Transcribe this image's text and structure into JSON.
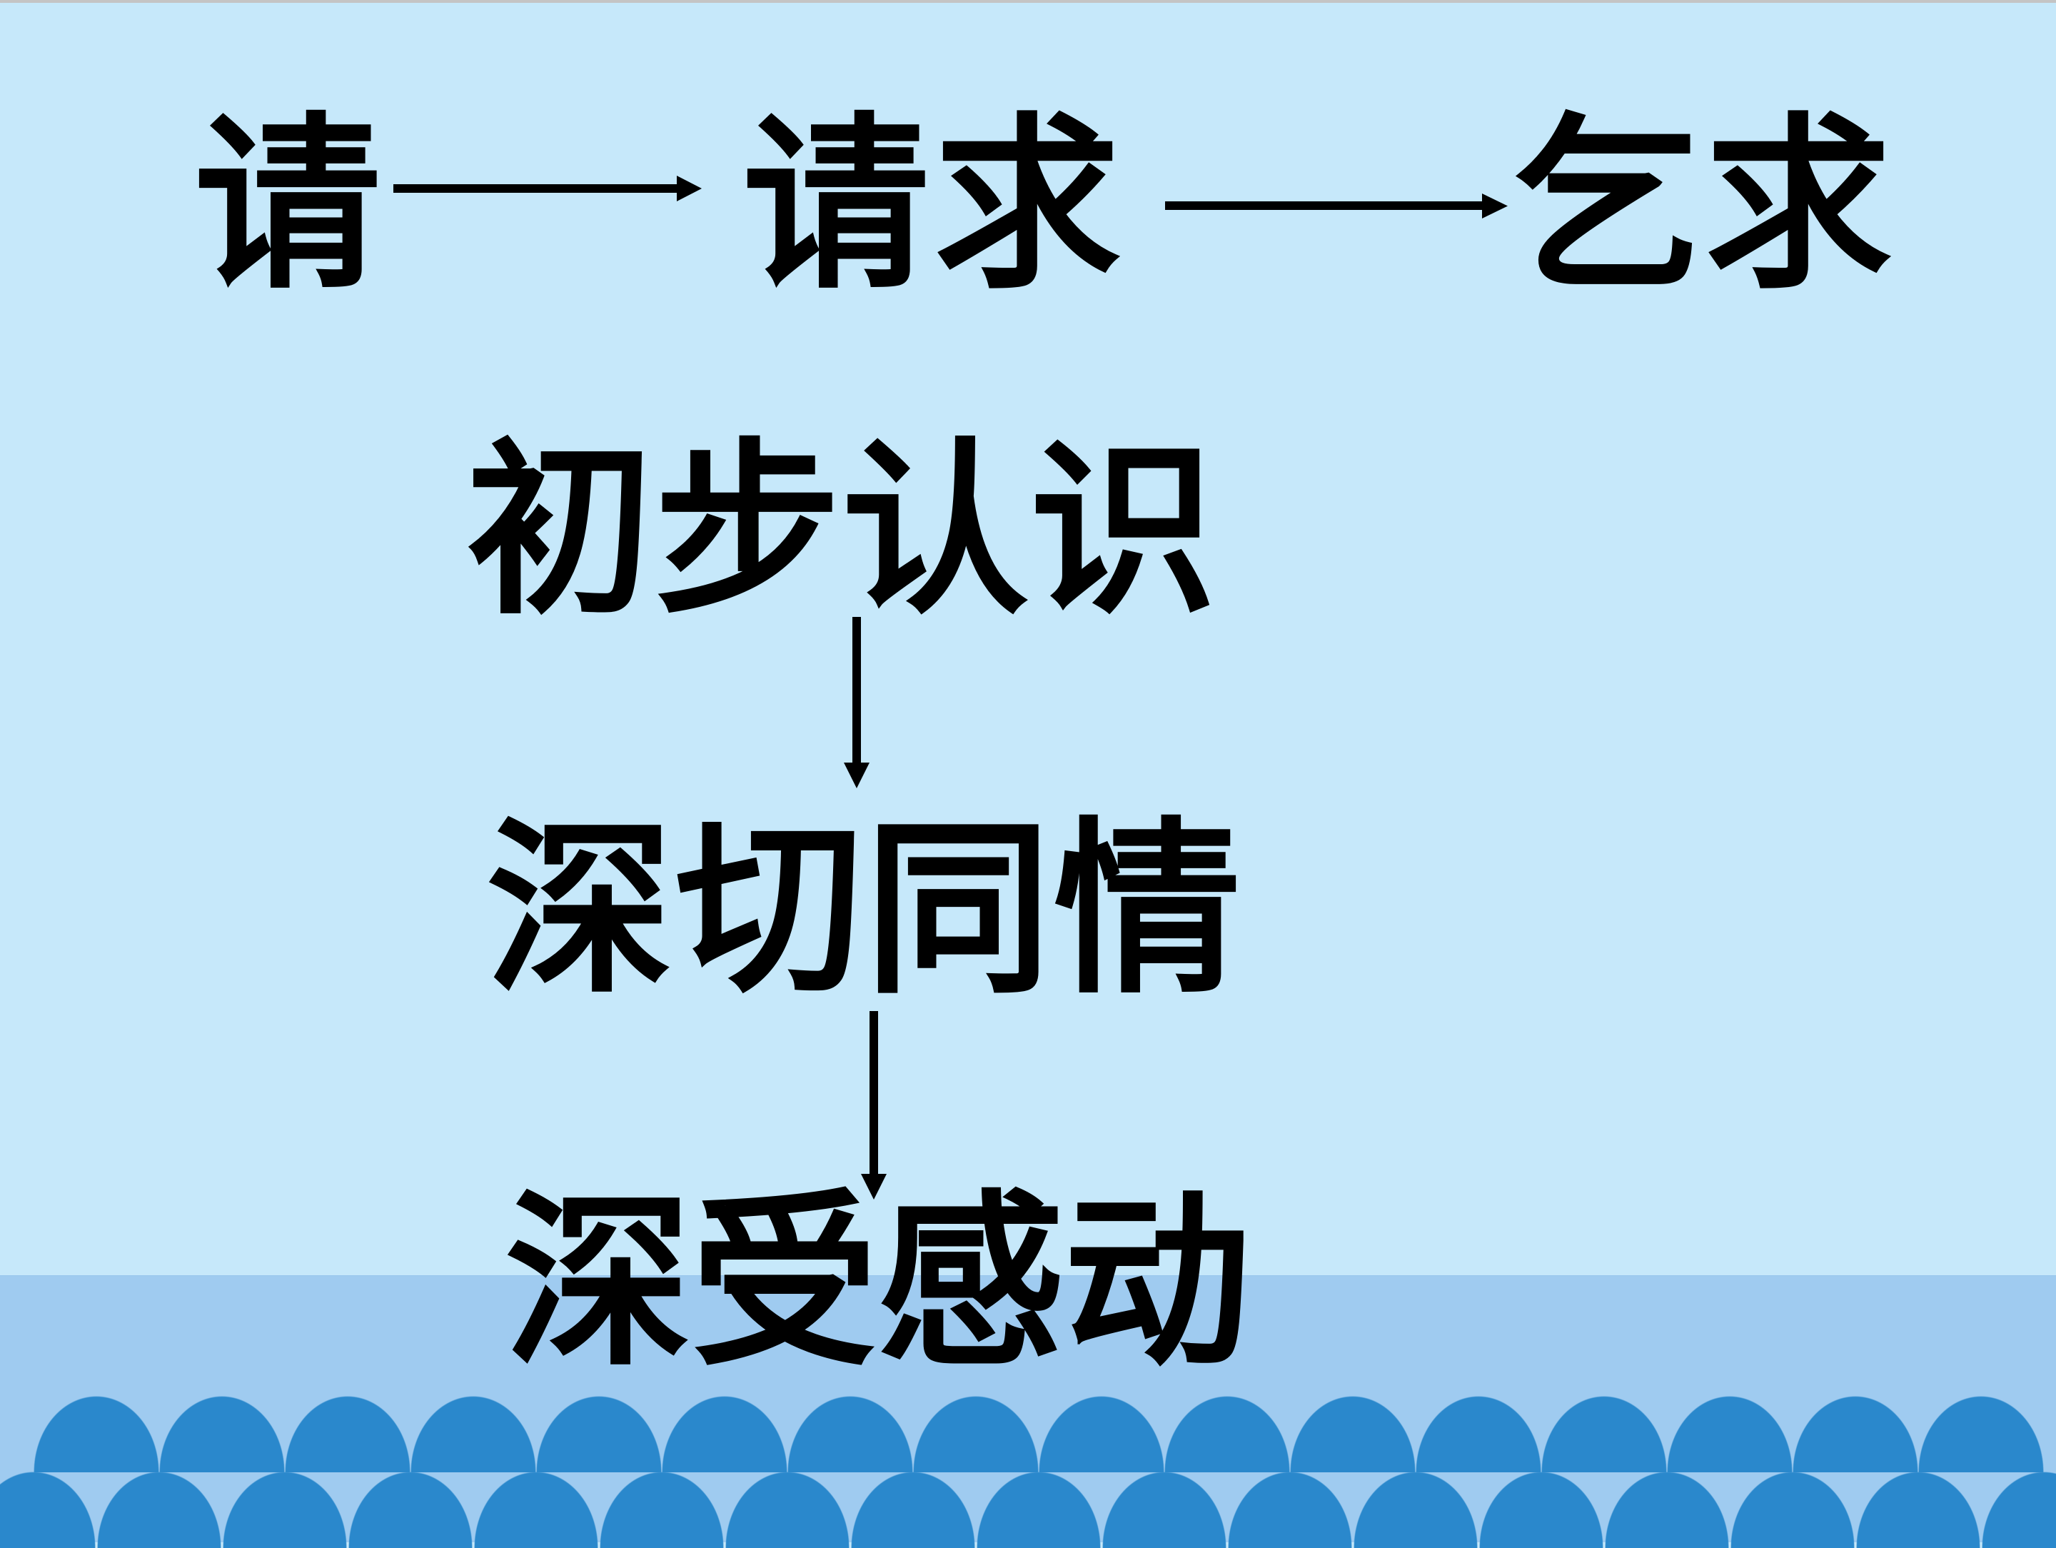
{
  "slide": {
    "row1": {
      "words": [
        "请",
        "请求",
        "乞求"
      ]
    },
    "flow": {
      "steps": [
        "初步认识",
        "深切同情",
        "深受感动"
      ]
    }
  },
  "icons": {
    "horizontal_connector": "arrow-right",
    "vertical_connector": "arrow-down"
  },
  "colors": {
    "background": "#c6e8fa",
    "top_bar": "#c4c4c4",
    "bottom_band": "#9fcbf0",
    "waves": "#2a88cc",
    "text": "#000000",
    "arrows": "#000000"
  }
}
